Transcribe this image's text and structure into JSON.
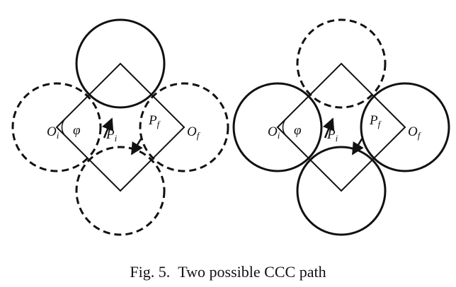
{
  "caption": {
    "prefix": "Fig. 5.",
    "text": "Two possible CCC path"
  },
  "panels": [
    {
      "labels": {
        "oi": "O",
        "oi_sub": "i",
        "phi": "φ",
        "pi": "P",
        "pi_sub": "i",
        "pf": "P",
        "pf_sub": "f",
        "of": "O",
        "of_sub": "f"
      }
    },
    {
      "labels": {
        "oi": "O",
        "oi_sub": "i",
        "phi": "φ",
        "pi": "P",
        "pi_sub": "i",
        "pf": "P",
        "pf_sub": "f",
        "of": "O",
        "of_sub": "f"
      }
    }
  ]
}
